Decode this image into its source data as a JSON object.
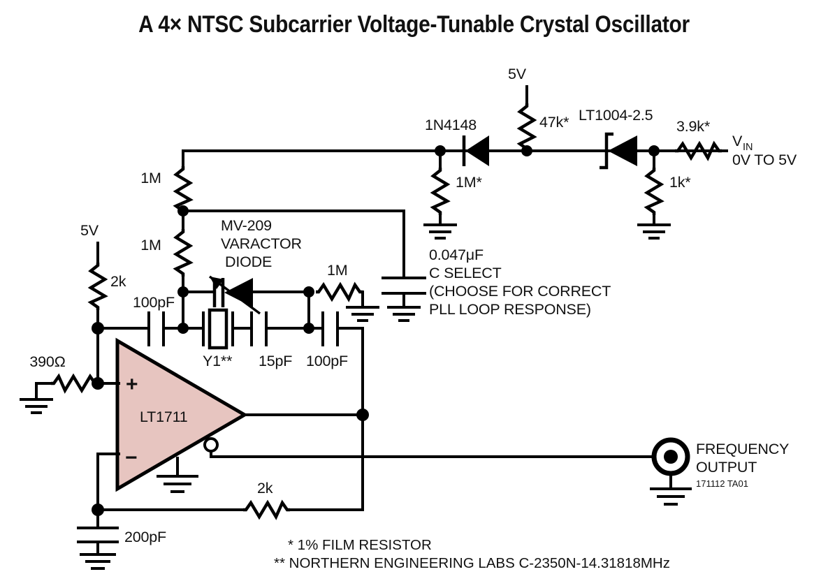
{
  "title": "A 4× NTSC Subcarrier Voltage-Tunable Crystal Oscillator",
  "labels": {
    "supply_top": "5V",
    "supply_left": "5V",
    "diode_1n4148": "1N4148",
    "r_47k": "47k*",
    "ref_lt1004": "LT1004-2.5",
    "r_3p9k": "3.9k*",
    "vin_v": "V",
    "vin_sub": "IN",
    "vin_range": "0V TO 5V",
    "r_1m_star": "1M*",
    "r_1k_star": "1k*",
    "r_1m_top": "1M",
    "r_1m_mid": "1M",
    "r_1m_right": "1M",
    "varactor_l1": "MV-209",
    "varactor_l2": "VARACTOR",
    "varactor_l3": "DIODE",
    "c_select_val": "0.047μF",
    "c_select_l1": "C SELECT",
    "c_select_l2": "(CHOOSE FOR CORRECT",
    "c_select_l3": "PLL LOOP RESPONSE)",
    "r_2k_top": "2k",
    "r_390": "390Ω",
    "c_100pf_in": "100pF",
    "crystal": "Y1**",
    "c_15pf": "15pF",
    "c_100pf": "100pF",
    "comparator": "LT1711",
    "plus": "+",
    "minus": "−",
    "c_200pf": "200pF",
    "r_2k_fb": "2k",
    "out_l1": "FREQUENCY",
    "out_l2": "OUTPUT",
    "part_id": "171112 TA01",
    "note_1": "*  1% FILM RESISTOR",
    "note_2": "**  NORTHERN ENGINEERING LABS C-2350N-14.31818MHz"
  },
  "colors": {
    "ink": "#111111",
    "wire": "#000000",
    "comparator_fill": "#E7C5C0",
    "background": "#FFFFFF"
  }
}
